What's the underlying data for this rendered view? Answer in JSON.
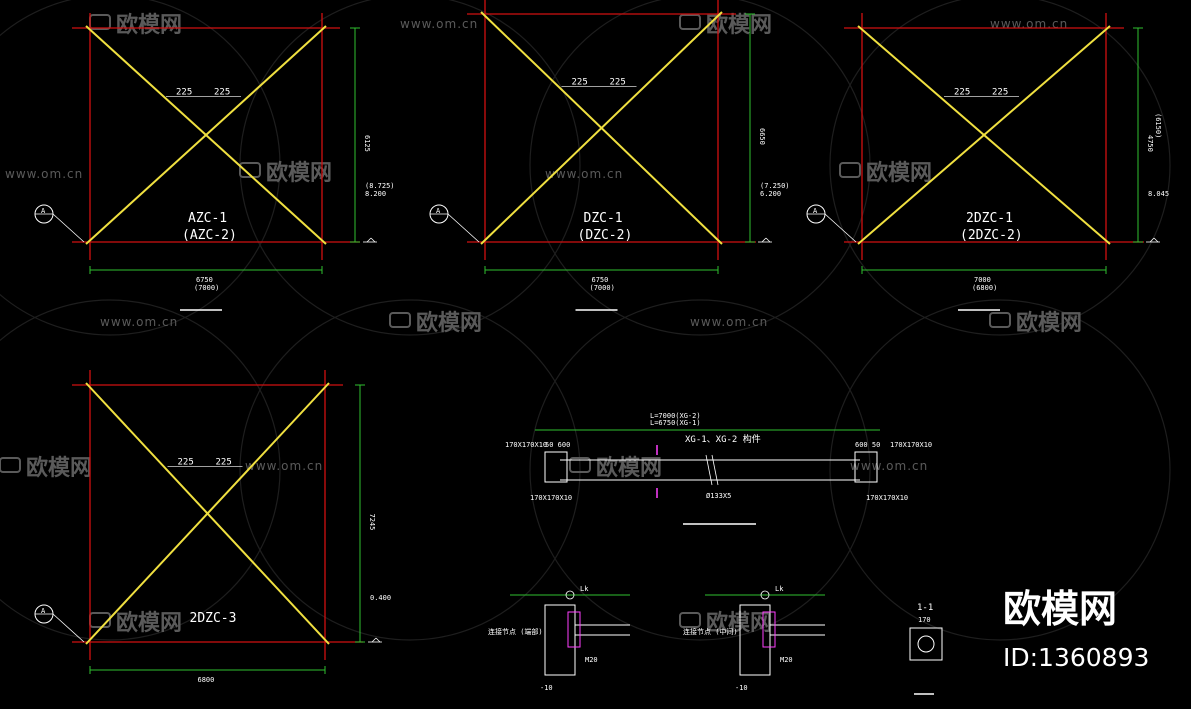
{
  "frames": [
    {
      "label": "AZC-1",
      "label2": "(AZC-2)",
      "dim_top_left": "225",
      "dim_top_right": "225",
      "height": "6125",
      "width": "6750",
      "width2": "(7000)",
      "elev1": "(8.725)",
      "elev2": "8.200"
    },
    {
      "label": "DZC-1",
      "label2": "(DZC-2)",
      "dim_top_left": "225",
      "dim_top_right": "225",
      "height": "6650",
      "width": "6750",
      "width2": "(7000)",
      "elev1": "(7.250)",
      "elev2": "6.200"
    },
    {
      "label": "2DZC-1",
      "label2": "(2DZC-2)",
      "dim_top_left": "225",
      "dim_top_right": "225",
      "height": "4750",
      "height2": "(6150)",
      "width": "7000",
      "width2": "(6800)",
      "elev2": "8.045"
    },
    {
      "label": "2DZC-3",
      "label2": "",
      "dim_top_left": "225",
      "dim_top_right": "225",
      "height": "7245",
      "width": "6800",
      "width2": "",
      "elev2": "0.400"
    }
  ],
  "axis_marker": "A",
  "member": {
    "title": "XG-1、XG-2 构件",
    "len1": "L=7000(XG-2)",
    "len2": "L=6750(XG-1)",
    "plate_top_left": "170X170X10",
    "plate_top_right": "170X170X10",
    "plate_bot_left": "170X170X10",
    "plate_bot_right": "170X170X10",
    "dim_left": "50 600",
    "dim_right": "600 50",
    "pipe": "Ø133X5",
    "mark": "II"
  },
  "details": {
    "left_title": "连接节点 (端部)",
    "mid_title": "连接节点 (中间)",
    "bolt": "M20",
    "tag": "Lk",
    "plate": "-10",
    "section_title": "1-1",
    "section_dim": "170"
  },
  "watermarks": {
    "cn": "欧模网",
    "url": "www.om.cn"
  },
  "brand": {
    "logo": "欧模网",
    "id": "ID:1360893"
  }
}
